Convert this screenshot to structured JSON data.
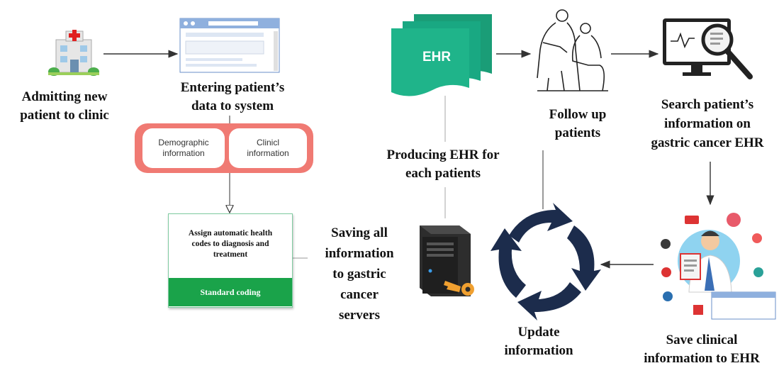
{
  "diagram": {
    "nodes": {
      "admit": [
        "Admitting new",
        "patient to clinic"
      ],
      "enter": [
        "Entering patient’s",
        "data to system"
      ],
      "demographic": [
        "Demographic",
        "information"
      ],
      "clinical": [
        "Clinicl",
        "information"
      ],
      "assign": [
        "Assign automatic health",
        "codes to diagnosis and",
        "treatment"
      ],
      "standard": "Standard coding",
      "ehr_doc": "EHR",
      "produce": [
        "Producing EHR for",
        "each patients"
      ],
      "follow": [
        "Follow up",
        "patients"
      ],
      "search": [
        "Search patient’s",
        "information on",
        "gastric cancer EHR"
      ],
      "save_clinical": [
        "Save clinical",
        "information to EHR"
      ],
      "update": [
        "Update",
        "information"
      ],
      "saving": [
        "Saving all",
        "information",
        "to gastric",
        "cancer",
        "servers"
      ]
    },
    "colors": {
      "ehr_green": "#1fb48a",
      "pill_border": "#f07a73",
      "coding_green": "#1aa34a",
      "cycle_navy": "#1c2c4c"
    },
    "icons": [
      "hospital-icon",
      "browser-window-icon",
      "ehr-document-icon",
      "doctor-patient-icon",
      "monitor-search-icon",
      "server-key-icon",
      "cycle-arrows-icon",
      "doctor-clipboard-icon"
    ]
  }
}
